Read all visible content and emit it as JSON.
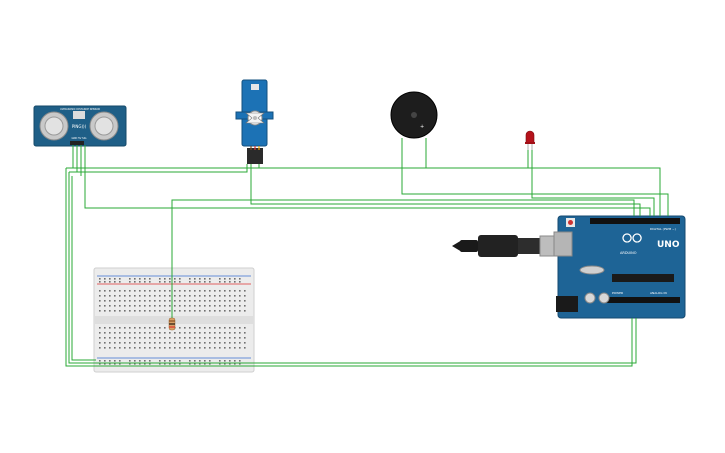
{
  "components": {
    "ultrasonic_sensor": {
      "label": "PING)))",
      "small_label": "ULTRASONIC DISTANCE SENSOR",
      "pins_label": "GND 5V SIG",
      "color": "#1f5f87"
    },
    "servo": {
      "color": "#1c72b5"
    },
    "buzzer": {
      "label": "+"
    },
    "led": {
      "color": "#b5121b"
    },
    "resistor": {
      "color": "#d9a066"
    },
    "arduino": {
      "brand": "UNO",
      "model": "ARDUINO",
      "digital_label": "DIGITAL (PWM ~)",
      "analog_label": "ANALOG IN",
      "power_label": "POWER",
      "color": "#1e6496"
    },
    "usb_cable": {
      "color": "#1a1a1a"
    },
    "breadboard": {
      "color": "#e9e9e9"
    }
  },
  "colors": {
    "wire": "#2aa836",
    "rail_red": "#d33",
    "rail_blue": "#3a6fd0"
  }
}
